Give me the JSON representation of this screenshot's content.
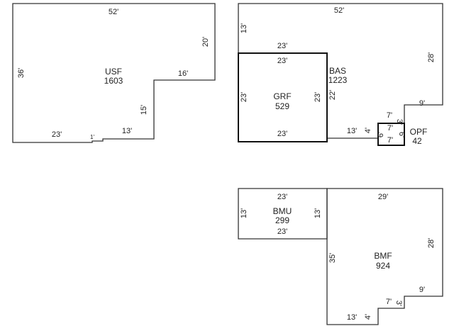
{
  "sketch": {
    "usf": {
      "code": "USF",
      "area": "1603",
      "dims": {
        "top": "52'",
        "left": "36'",
        "right": "20'",
        "step_top": "16'",
        "step_side": "15'",
        "bottom_inner": "13'",
        "bottom_left": "23'",
        "bottom_small": "1'"
      }
    },
    "bas": {
      "code": "BAS",
      "area": "1223",
      "dims": {
        "top": "52'",
        "left_upper": "13'",
        "upper_band_width": "23'",
        "right": "28'",
        "right_step": "9'",
        "inner_side": "22'",
        "bottom": "13'",
        "notch_short": "4'"
      }
    },
    "grf": {
      "code": "GRF",
      "area": "529",
      "dims": {
        "top": "23'",
        "left": "23'",
        "right": "23'",
        "bottom": "23'"
      }
    },
    "opf": {
      "code": "OPF",
      "area": "42",
      "dims": {
        "top_outer": "7'",
        "top_inner": "7'",
        "bottom": "7'",
        "left": "6'",
        "right": "6'",
        "notch_side": "3'"
      }
    },
    "bmu": {
      "code": "BMU",
      "area": "299",
      "dims": {
        "top": "23'",
        "left": "13'",
        "right": "13'",
        "bottom": "23'"
      }
    },
    "bmf": {
      "code": "BMF",
      "area": "924",
      "dims": {
        "top": "29'",
        "left": "35'",
        "right": "28'",
        "right_step": "9'",
        "bottom": "13'",
        "notch_short": "4'",
        "notch_top": "7'",
        "notch_side": "3'"
      }
    }
  },
  "colors": {
    "line": "#333333",
    "line_dark": "#111111",
    "text": "#222222",
    "background": "#ffffff"
  }
}
